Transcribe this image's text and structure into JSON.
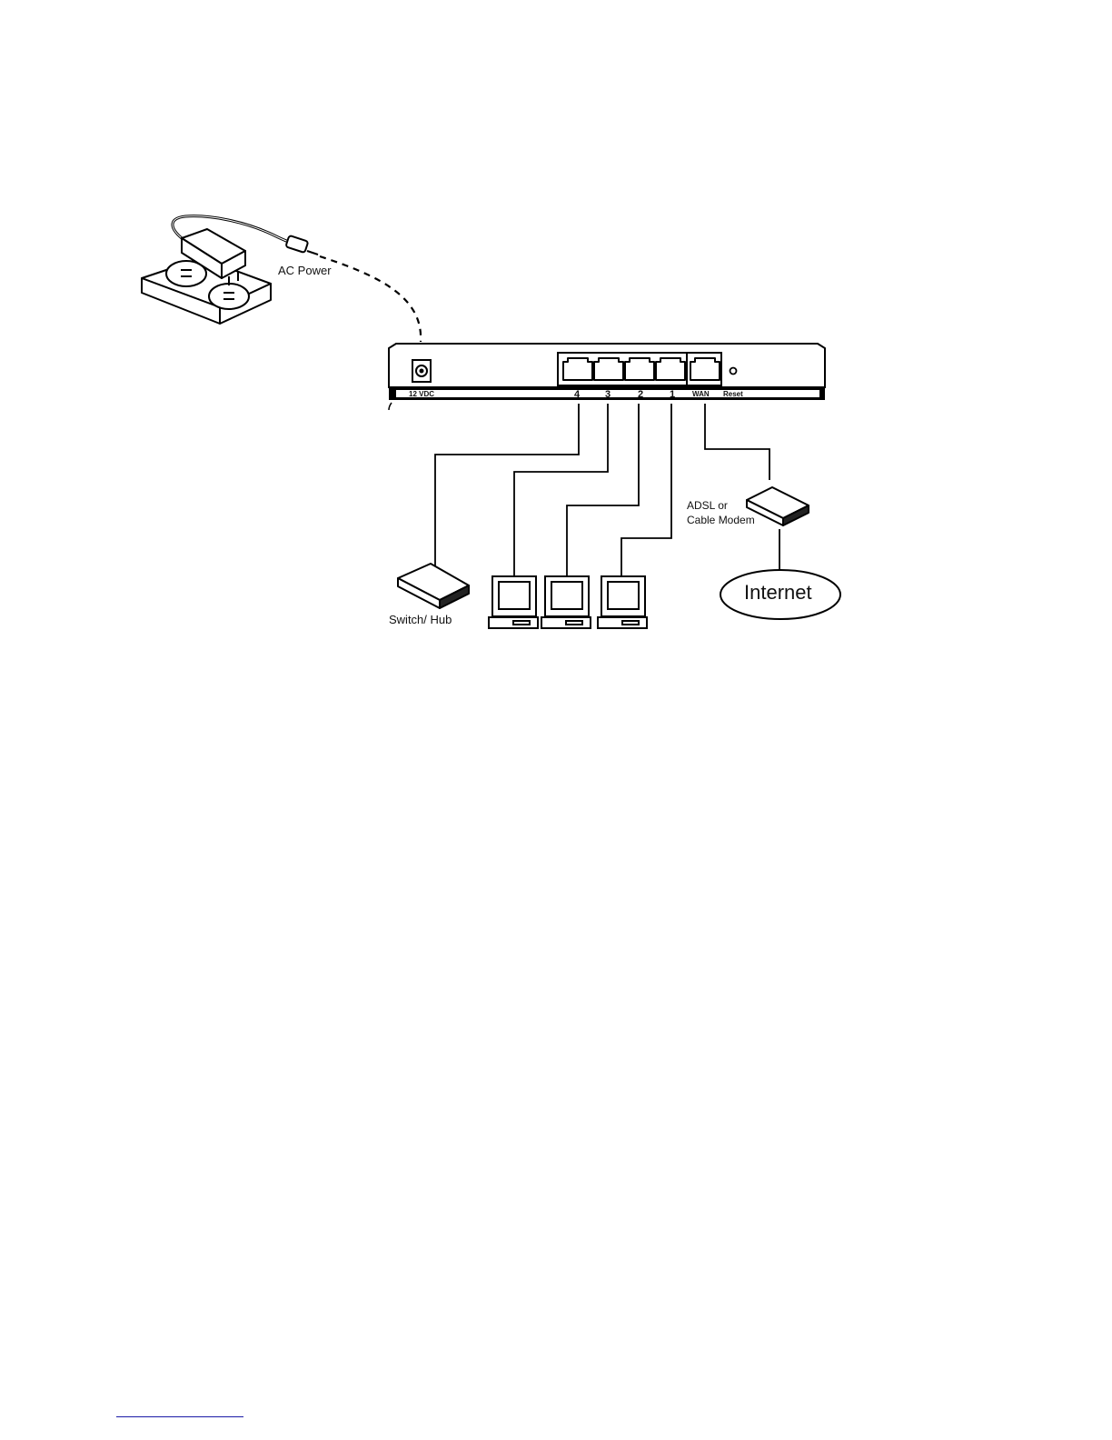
{
  "labels": {
    "ac_power": "AC Power",
    "power_port": "12 VDC",
    "lan_ports": [
      "4",
      "3",
      "2",
      "1"
    ],
    "wan_port": "WAN",
    "reset": "Reset",
    "modem_line1": "ADSL or",
    "modem_line2": "Cable Modem",
    "internet": "Internet",
    "switch_hub": "Switch/ Hub"
  },
  "icons": {
    "power_adapter": "power-adapter-icon",
    "outlet": "power-outlet-icon",
    "router": "router-back-panel",
    "modem": "modem-icon",
    "switch": "switch-hub-icon",
    "computer": "computer-icon"
  }
}
